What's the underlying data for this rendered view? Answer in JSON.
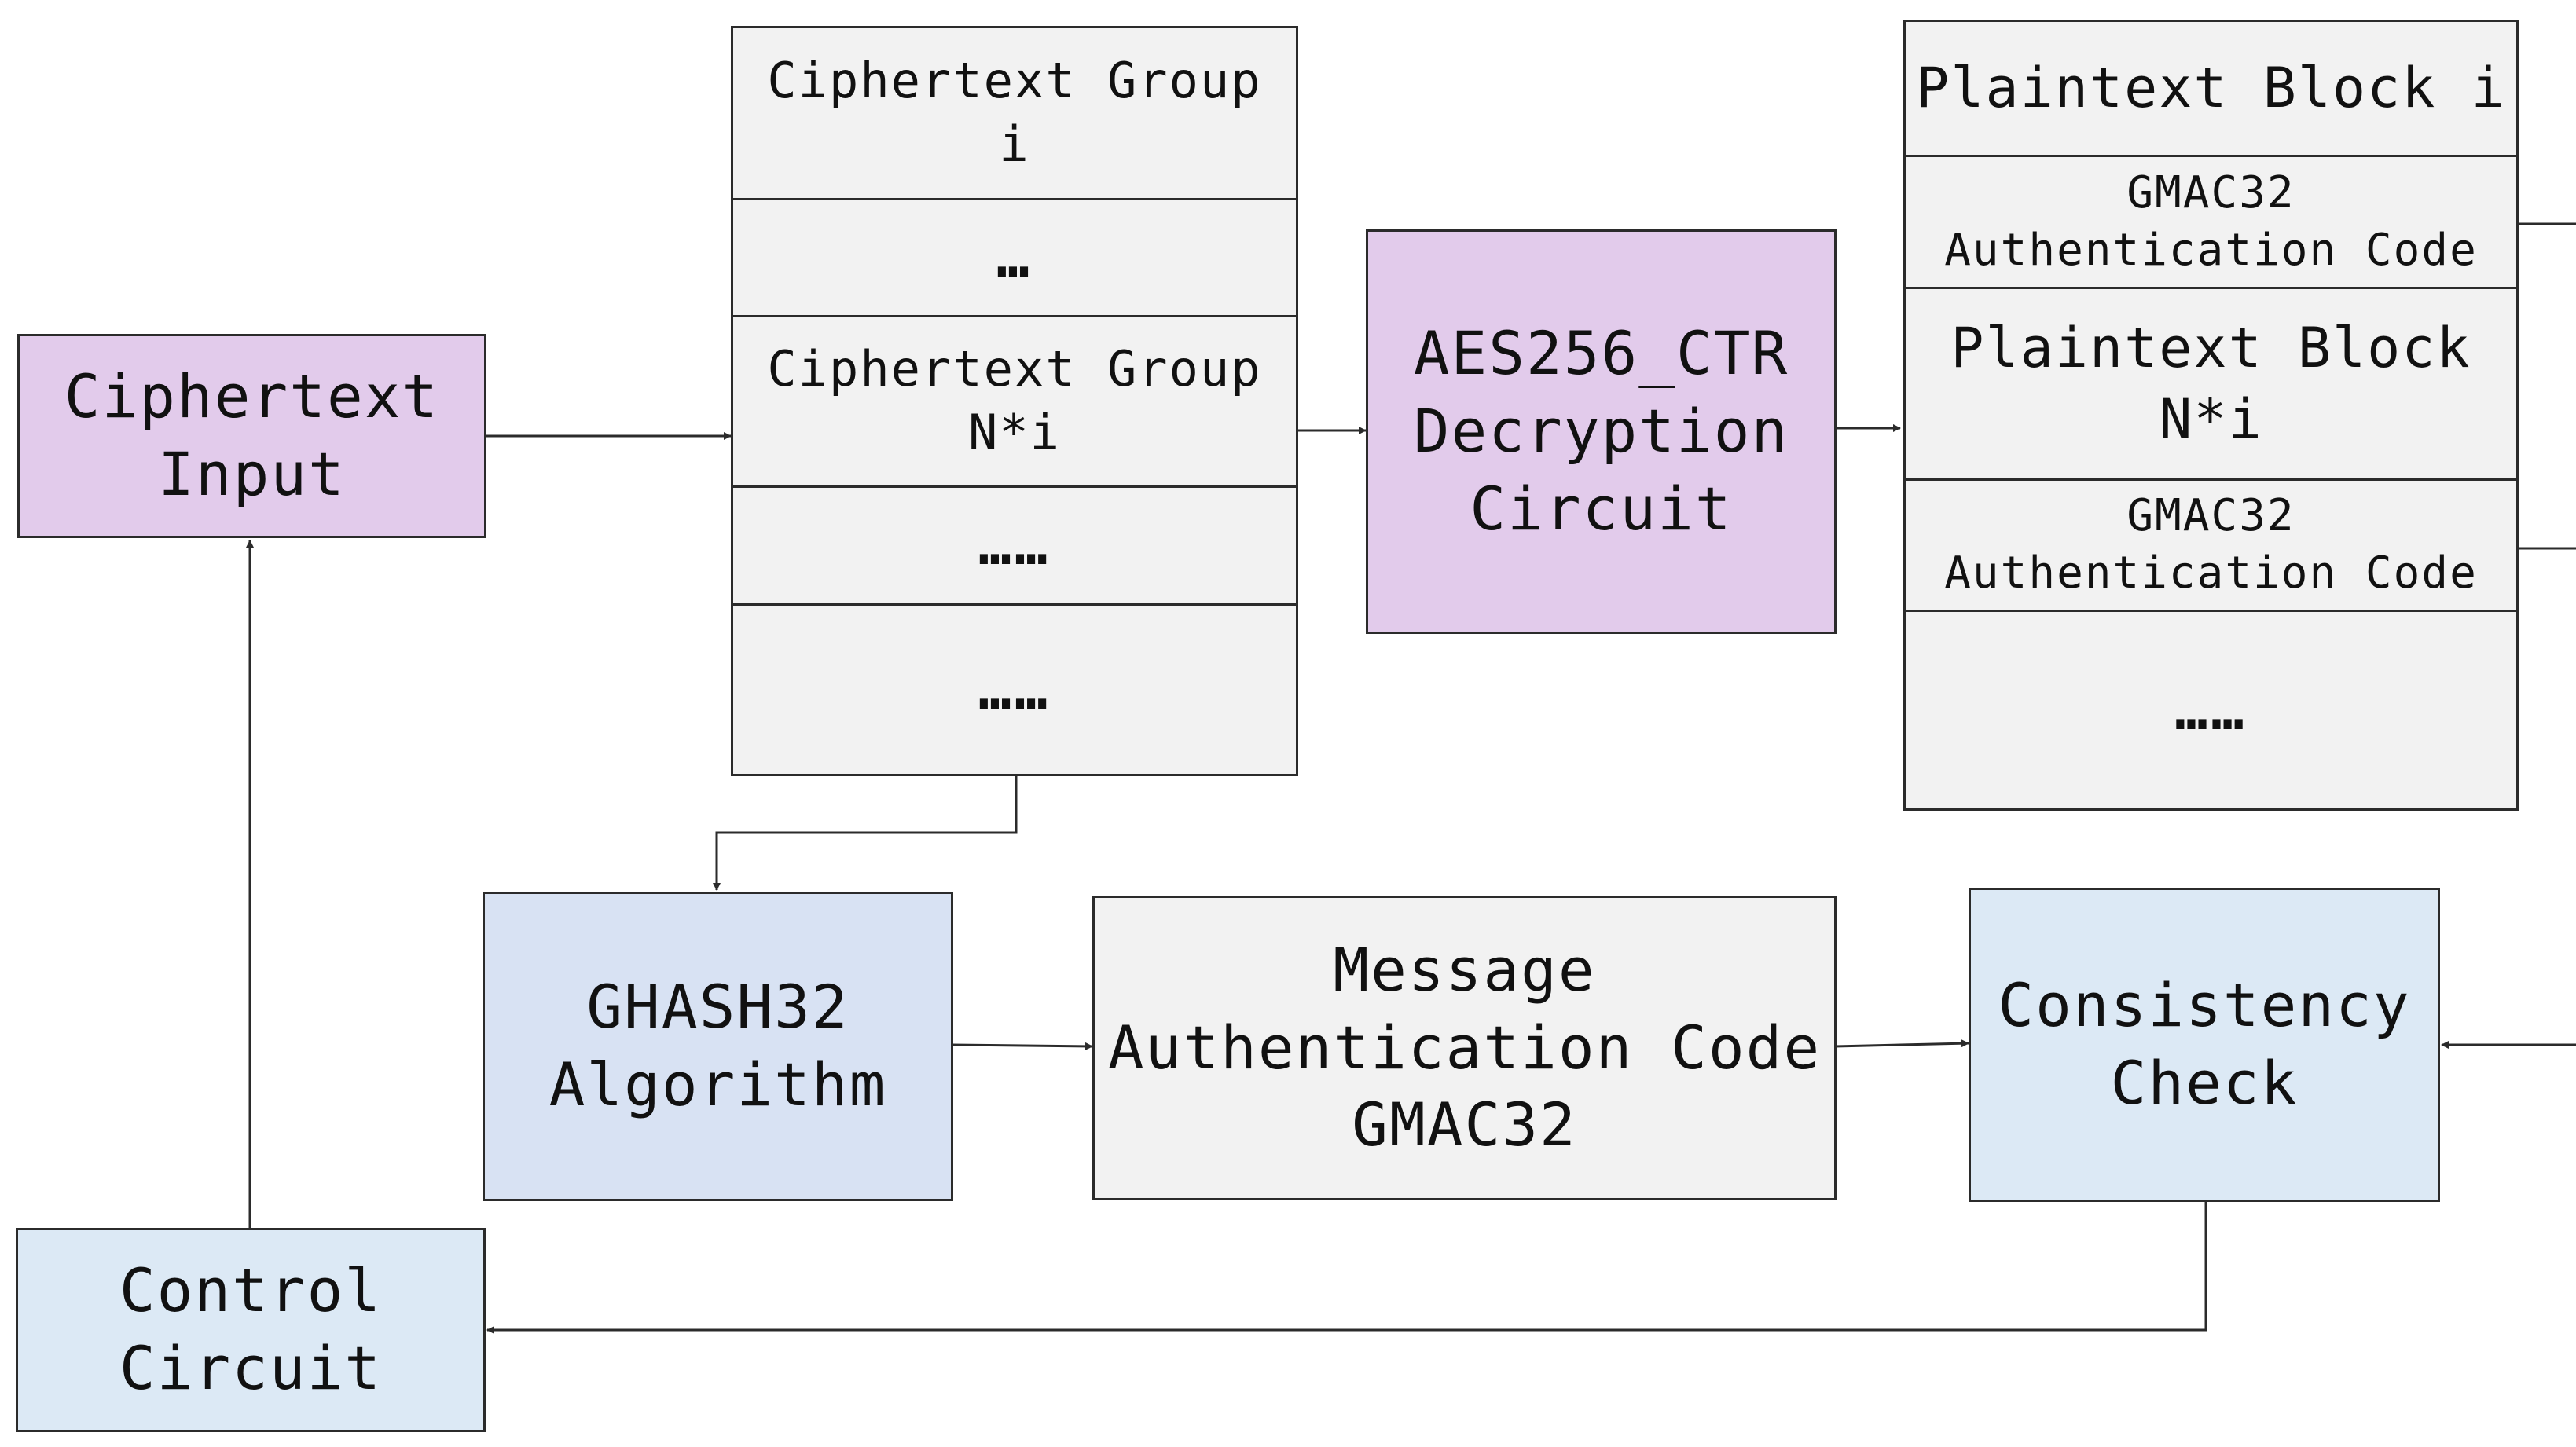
{
  "nodes": {
    "ciphertext_input": "Ciphertext\nInput",
    "aes_decryption": "AES256_CTR\nDecryption\nCircuit",
    "ghash": "GHASH32\nAlgorithm",
    "mac": "Message\nAuthentication Code\nGMAC32",
    "consistency": "Consistency\nCheck",
    "control": "Control\nCircuit"
  },
  "cipher_stack": [
    "Ciphertext Group\ni",
    "…",
    "Ciphertext Group\nN*i",
    "……",
    "……"
  ],
  "plain_stack": [
    "Plaintext Block i",
    "GMAC32\nAuthentication Code",
    "Plaintext Block\nN*i",
    "GMAC32\nAuthentication Code",
    "……"
  ],
  "colors": {
    "purple": "#e2cbeb",
    "blue": "#d8e2f3",
    "light_blue": "#dce9f5",
    "grey": "#f2f2f2",
    "stroke": "#2b2b2b"
  }
}
